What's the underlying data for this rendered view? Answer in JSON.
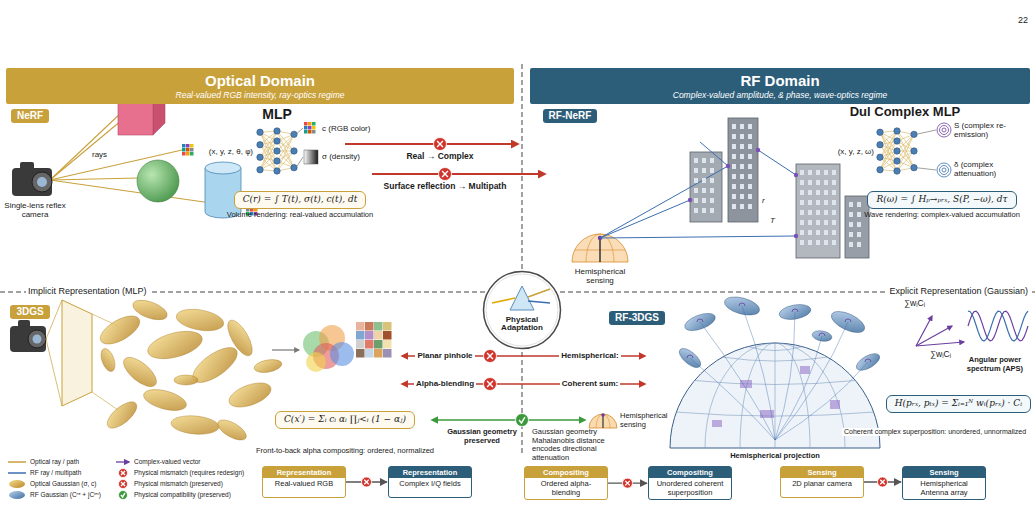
{
  "diagram": {
    "nodes": [
      {
        "text": [
          "Optical Domain",
          "Real-valued RGB intensity, ray-optics regime"
        ]
      },
      {
        "text": [
          "RF Domain",
          "Complex-valued amplitude, & phase, wave-optics regime"
        ]
      },
      {
        "text": [
          "NeRF"
        ]
      },
      {
        "text": [
          "C(r) = ∫ T(t), σ(t), c(t), dt"
        ]
      },
      {
        "text": [
          "RF-NeRF"
        ]
      },
      {
        "text": [
          "R(ω) = ∫ Hₚ→ₚᵣₓ, S(P, −ω), dτ"
        ]
      },
      {
        "text": [
          "Physical Adaptation"
        ]
      },
      {
        "text": [
          "3DGS"
        ]
      },
      {
        "text": [
          "C(x′) = Σᵢ cᵢ αᵢ ∏ⱼ<ᵢ (1 − αⱼ)"
        ]
      },
      {
        "text": [
          "RF-3DGS"
        ]
      },
      {
        "text": [
          "H(pᵣₓ, pₜₓ) = Σᵢ₌₁ᴺ wᵢ(pᵣₓ) · Cᵢ"
        ]
      },
      {
        "text": [
          "Representation",
          "Real-valued RGB"
        ]
      },
      {
        "text": [
          "Representation",
          "Complex I/Q fields"
        ]
      },
      {
        "text": [
          "Compositing",
          "Ordered alpha-blending"
        ]
      },
      {
        "text": [
          "Compositing",
          "Unordered coherent superposition"
        ]
      },
      {
        "text": [
          "Sensing",
          "2D planar camera"
        ]
      },
      {
        "text": [
          "Sensing",
          "Hemispherical Antenna array"
        ]
      }
    ],
    "edges": [
      {
        "from": 11,
        "to": 12,
        "arrow": "to"
      },
      {
        "from": 13,
        "to": 14,
        "arrow": "to"
      },
      {
        "from": 15,
        "to": 16,
        "arrow": "to"
      }
    ],
    "labels": [
      "22",
      "rays",
      "Single-lens reflex camera",
      "MLP",
      "(x, y, z, θ, φ)",
      "c (RGB color)",
      "σ (density)",
      "Volume rendering: real-valued accumulation",
      "Real → Complex",
      "Surface reflection → Multipath",
      "r",
      "T",
      "Hemispherical sensing",
      "Dul Complex MLP",
      "(x, y, z, ω)",
      "S (complex re-emission)",
      "δ (complex attenuation)",
      "Wave rendering: complex-valued accumulation",
      "Implicit Representation (MLP)",
      "Explicit Representation (Gaussian)",
      "Planar pinhole",
      "Hemispherical:",
      "Alpha-blending",
      "Coherent sum:",
      "Gaussian geometry preserved",
      "Gaussian geometry Mahalanobis distance encodes directional attenuation",
      "Hemispherical sensing",
      "Front-to-back alpha compositing: ordered, normalized",
      "∑wᵢCᵢ",
      "∑wᵢCᵢ",
      "Angular power spectrum (APS)",
      "Hemispherical projection",
      "Coherent complex superposition: unordered, unnormalized"
    ],
    "legend": [
      {
        "text": "Optical ray / path"
      },
      {
        "text": "RF ray / multipath"
      },
      {
        "text": "Optical Gaussian (σ, c)"
      },
      {
        "text": "RF Gaussian (Cʳᵉ + jCⁱᵐ)"
      },
      {
        "text": "Complex-valued vector"
      },
      {
        "text": "Physical mismatch (requires redesign)"
      },
      {
        "text": "Physical mismatch (preserved)"
      },
      {
        "text": "Physical compatibility (preserved)"
      }
    ]
  }
}
